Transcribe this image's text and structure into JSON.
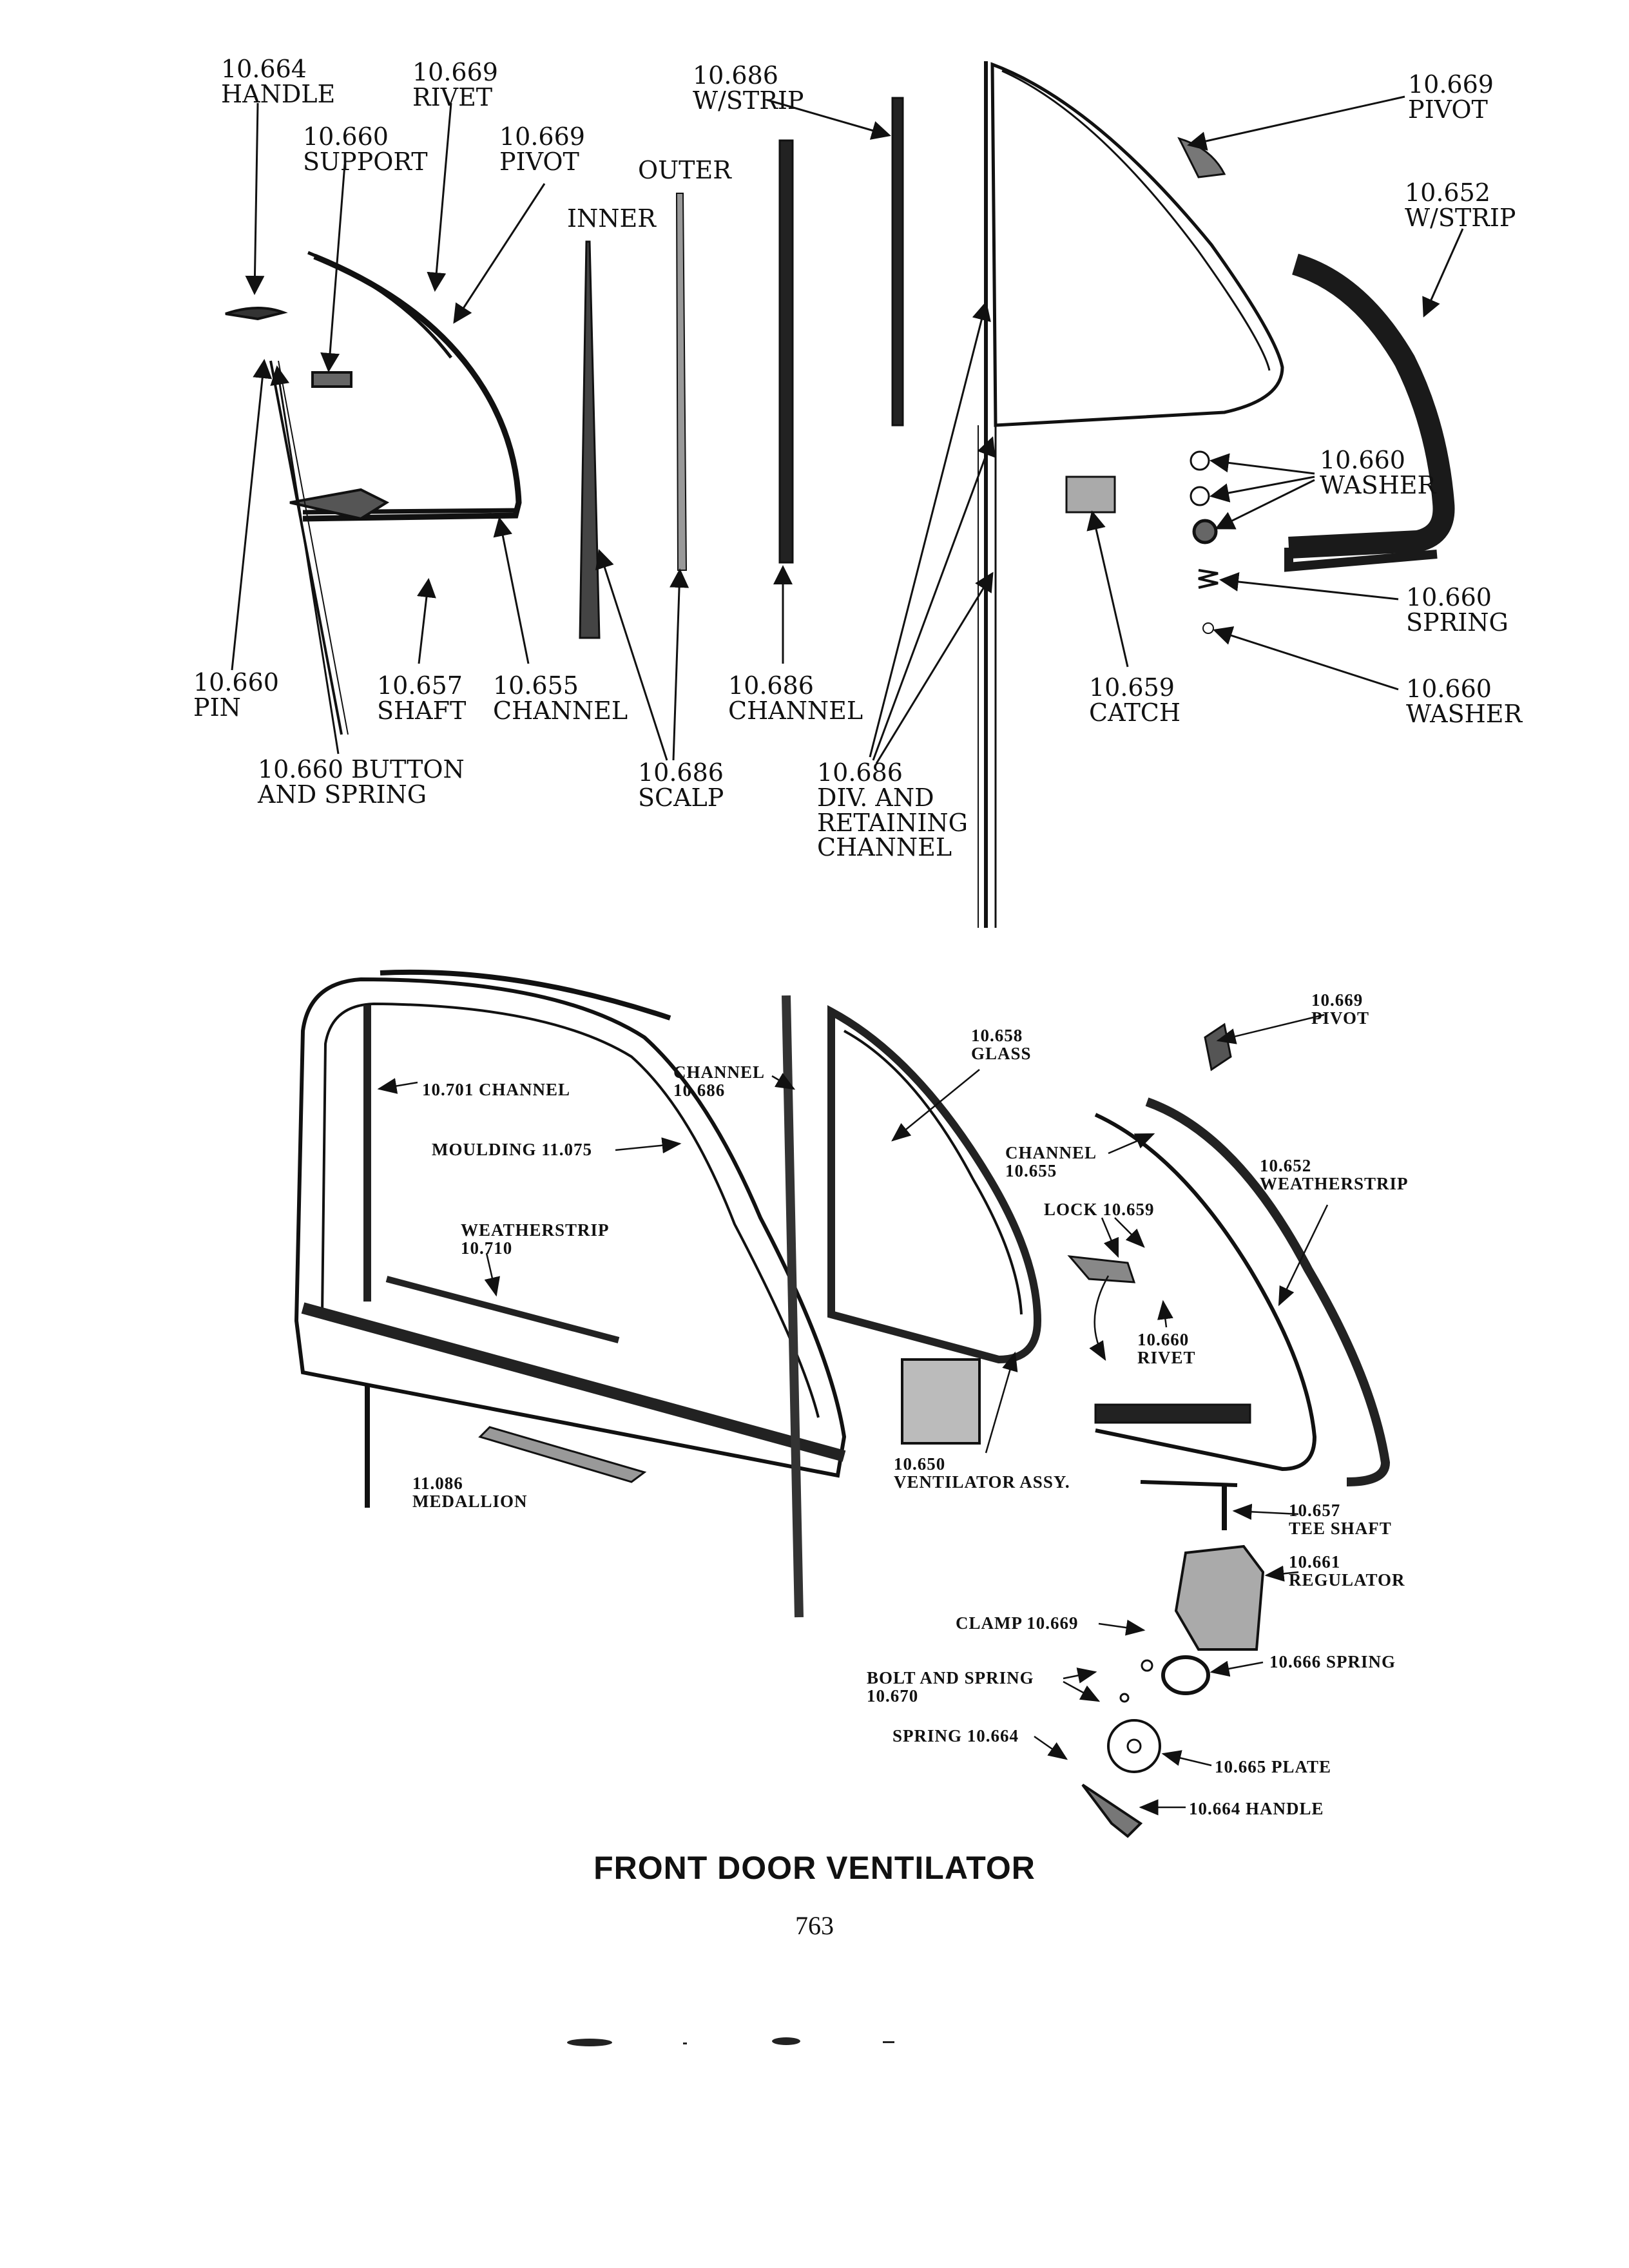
{
  "title": "FRONT DOOR VENTILATOR",
  "page_number": "763",
  "top_labels": {
    "handle": "10.664\nHANDLE",
    "rivet": "10.669\nRIVET",
    "support": "10.660\nSUPPORT",
    "pivot_left": "10.669\nPIVOT",
    "outer": "OUTER",
    "inner": "INNER",
    "wstrip_686": "10.686\nW/STRIP",
    "pivot_right": "10.669\nPIVOT",
    "wstrip_652": "10.652\nW/STRIP",
    "washer_a": "10.660\nWASHER",
    "spring": "10.660\nSPRING",
    "washer_b": "10.660\nWASHER",
    "pin": "10.660\nPIN",
    "shaft": "10.657\nSHAFT",
    "channel_655": "10.655\nCHANNEL",
    "channel_686": "10.686\nCHANNEL",
    "catch": "10.659\nCATCH",
    "button_spring": "10.660 BUTTON\nAND SPRING",
    "scalp": "10.686\nSCALP",
    "div_channel": "10.686\nDIV. AND\nRETAINING\nCHANNEL"
  },
  "bottom_labels": {
    "pivot": "10.669\nPIVOT",
    "glass": "10.658\nGLASS",
    "channel_701": "10.701 CHANNEL",
    "channel_686": "CHANNEL\n10.686",
    "moulding": "MOULDING 11.075",
    "channel_655": "CHANNEL\n10.655",
    "weatherstrip_652": "10.652\nWEATHERSTRIP",
    "lock": "LOCK 10.659",
    "weatherstrip_710": "WEATHERSTRIP\n10.710",
    "rivet": "10.660\nRIVET",
    "medallion": "11.086\nMEDALLION",
    "ventilator_assy": "10.650\nVENTILATOR ASSY.",
    "tee_shaft": "10.657\nTEE SHAFT",
    "regulator": "10.661\nREGULATOR",
    "clamp": "CLAMP 10.669",
    "spring_666": "10.666 SPRING",
    "bolt_spring": "BOLT AND SPRING\n10.670",
    "spring_664": "SPRING 10.664",
    "plate": "10.665 PLATE",
    "handle": "10.664 HANDLE"
  }
}
